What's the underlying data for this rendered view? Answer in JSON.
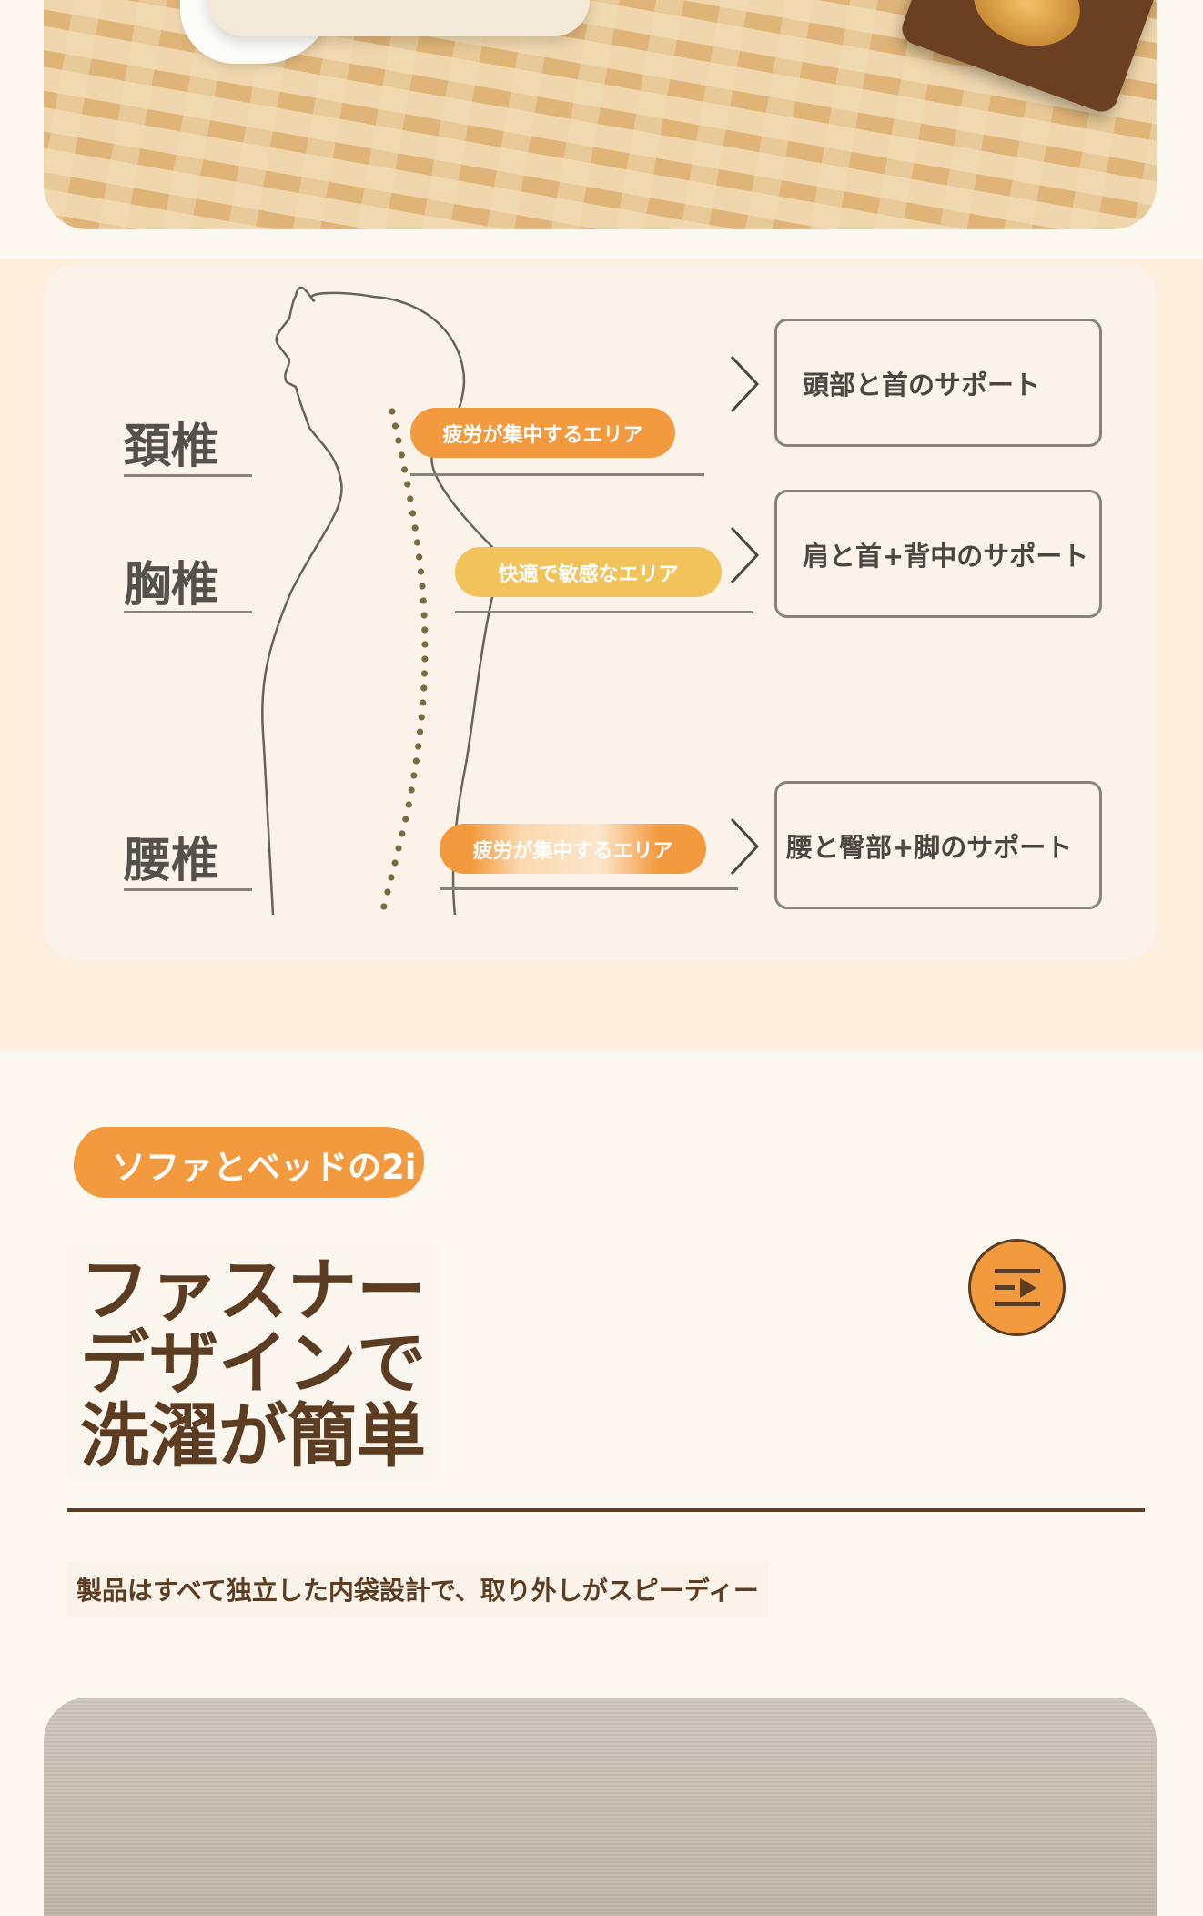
{
  "diagram": {
    "spine_labels": [
      "頚椎",
      "胸椎",
      "腰椎"
    ],
    "areas": [
      "疲労が集中するエリア",
      "快適で敏感なエリア",
      "疲労が集中するエリア"
    ],
    "supports": [
      "頭部と首のサポート",
      "肩と首+背中のサポート",
      "腰と臀部+脚のサポート"
    ]
  },
  "feature": {
    "tag": "ソファとベッドの2i",
    "title_lines": [
      "ファスナー",
      "デザインで",
      "洗濯が簡単"
    ],
    "subtitle": "製品はすべて独立した内袋設計で、取り外しがスピーディー",
    "menu_icon": "list-play-icon"
  },
  "colors": {
    "accent": "#f39a3e",
    "brown": "#5c3d22",
    "yellow": "#f2c35a"
  }
}
